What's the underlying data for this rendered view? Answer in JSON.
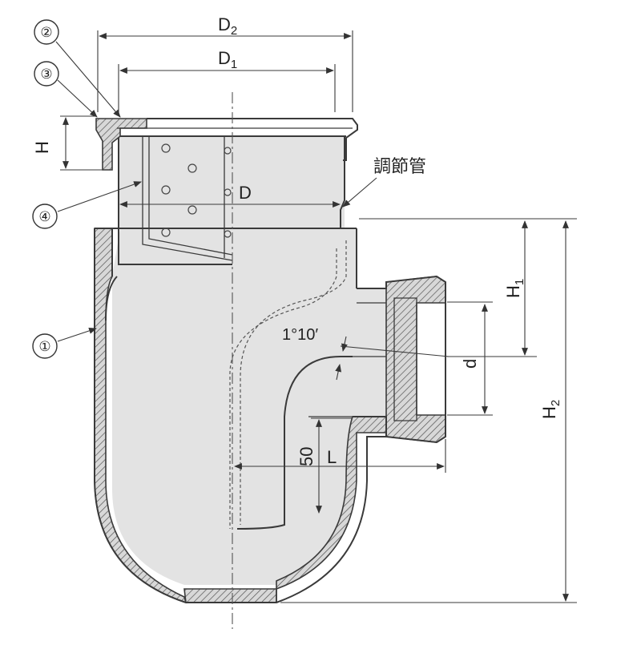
{
  "labels": {
    "d2": "D",
    "d2_sub": "2",
    "d1": "D",
    "d1_sub": "1",
    "d": "D",
    "h": "H",
    "h1": "H",
    "h1_sub": "1",
    "h2": "H",
    "h2_sub": "2",
    "small_d": "d",
    "l": "L",
    "fifty": "50",
    "angle": "1°10′",
    "adjust_pipe": "調節管"
  },
  "parts": [
    {
      "num": "②"
    },
    {
      "num": "③"
    },
    {
      "num": "④"
    },
    {
      "num": "①"
    }
  ],
  "colors": {
    "line": "#3a3a3a",
    "body_fill": "#e3e3e3",
    "hatch": "#555555"
  }
}
